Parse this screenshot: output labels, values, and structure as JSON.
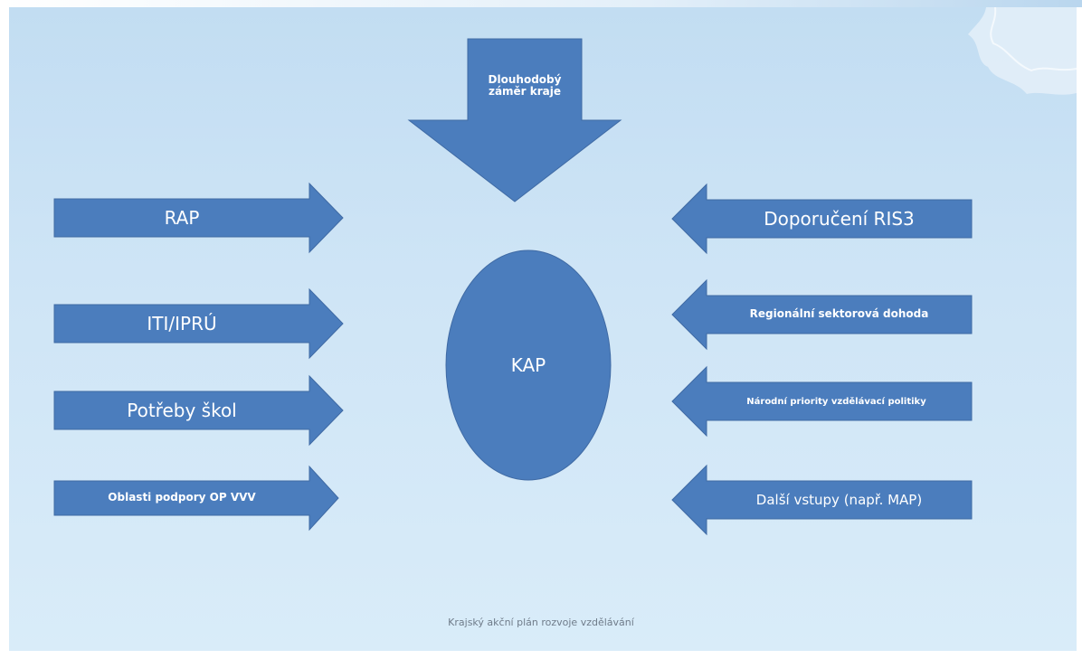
{
  "diagram": {
    "top_arrow_label": "Dlouhodobý záměr kraje",
    "center_label": "KAP",
    "left_inputs": [
      {
        "label": "RAP"
      },
      {
        "label": "ITI/IPRÚ"
      },
      {
        "label": "Potřeby škol"
      },
      {
        "label": "Oblasti podpory OP VVV"
      }
    ],
    "right_inputs": [
      {
        "label": "Doporučení RIS3"
      },
      {
        "label": "Regionální sektorová dohoda"
      },
      {
        "label": "Národní priority vzdělávací politiky"
      },
      {
        "label": "Další vstupy (např. MAP)"
      }
    ],
    "footer_text": "Krajský akční plán rozvoje vzdělávání"
  },
  "colors": {
    "shape_fill": "#4b7dbd",
    "background": "#cfe5f6",
    "label_text": "#ffffff"
  }
}
